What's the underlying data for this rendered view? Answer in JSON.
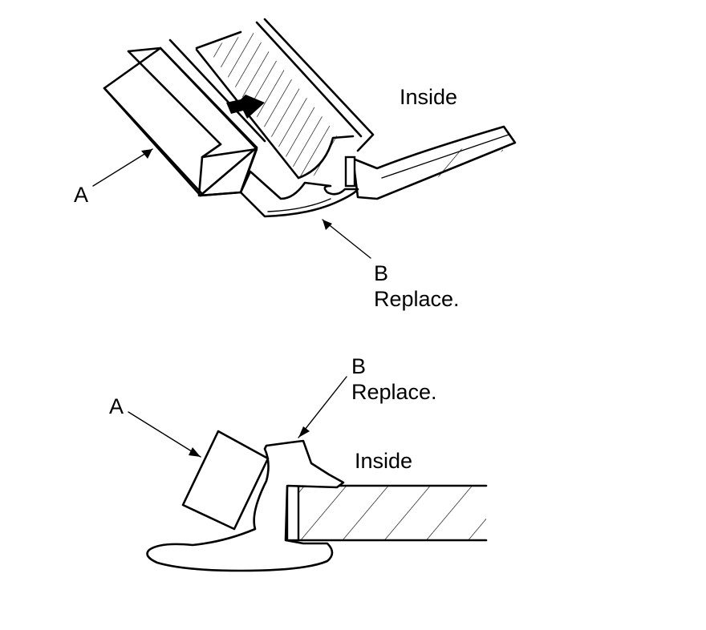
{
  "top_view": {
    "label_a": "A",
    "label_b": "B",
    "label_b_note": "Replace.",
    "label_inside": "Inside"
  },
  "bottom_view": {
    "label_a": "A",
    "label_b": "B",
    "label_b_note": "Replace.",
    "label_inside": "Inside"
  },
  "icons": {
    "push_arrow": "right-arrow-icon"
  }
}
